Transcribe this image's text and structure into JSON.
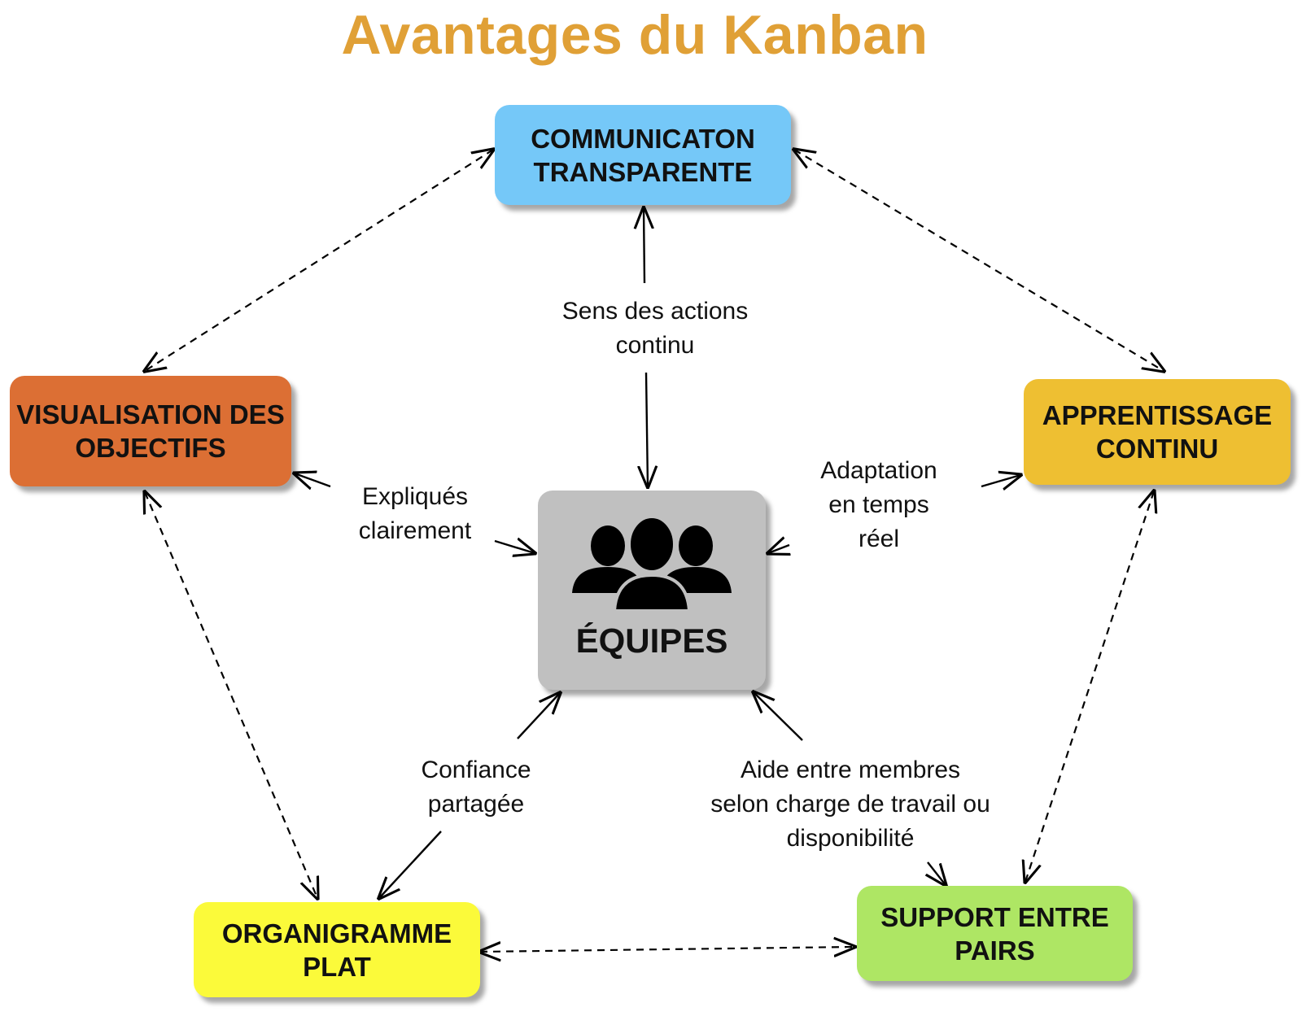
{
  "title": "Avantages du Kanban",
  "center": {
    "label": "ÉQUIPES",
    "icon": "team-people-icon"
  },
  "nodes": {
    "communication": {
      "label": "COMMUNICATON\nTRANSPARENTE",
      "color": "#75c8f8"
    },
    "visualisation": {
      "label": "VISUALISATION DES\nOBJECTIFS",
      "color": "#dc6f34"
    },
    "apprentissage": {
      "label": "APPRENTISSAGE\nCONTINU",
      "color": "#eebf32"
    },
    "organigramme": {
      "label": "ORGANIGRAMME\nPLAT",
      "color": "#fbfa3a"
    },
    "support": {
      "label": "SUPPORT ENTRE\nPAIRS",
      "color": "#aee664"
    }
  },
  "links": {
    "sens": "Sens des actions\ncontinu",
    "expliques": "Expliqués\nclairement",
    "adaptation": "Adaptation\nen temps\nréel",
    "confiance": "Confiance\npartagée",
    "aide": "Aide entre membres\nselon charge de travail ou\ndisponibilité"
  },
  "colors": {
    "title": "#e0a036",
    "center_box": "#c0c0c0"
  }
}
